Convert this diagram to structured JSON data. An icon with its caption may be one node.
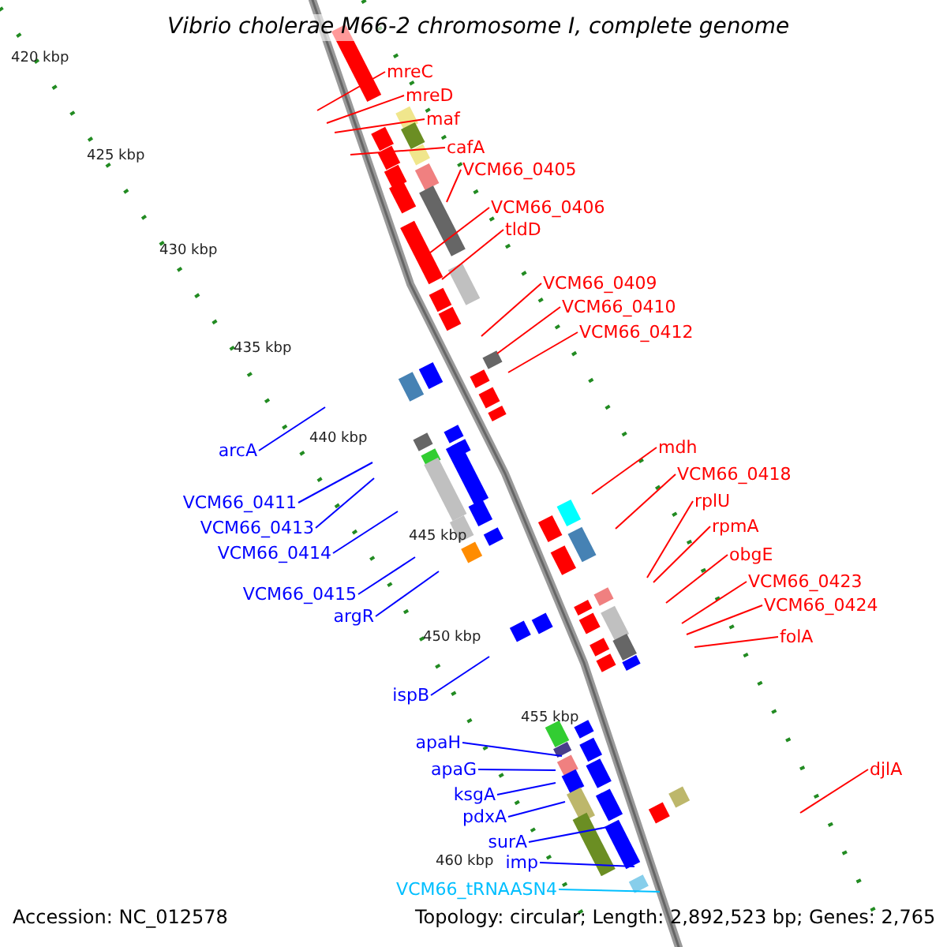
{
  "diagram": {
    "title": "Vibrio cholerae M66-2 chromosome I, complete genome",
    "nodes": [
      {
        "text": [
          "mreC"
        ]
      },
      {
        "text": [
          "mreD"
        ]
      },
      {
        "text": [
          "maf"
        ]
      },
      {
        "text": [
          "cafA"
        ]
      },
      {
        "text": [
          "VCM66_0405"
        ]
      },
      {
        "text": [
          "VCM66_0406"
        ]
      },
      {
        "text": [
          "tldD"
        ]
      },
      {
        "text": [
          "VCM66_0409"
        ]
      },
      {
        "text": [
          "VCM66_0410"
        ]
      },
      {
        "text": [
          "VCM66_0412"
        ]
      },
      {
        "text": [
          "arcA"
        ]
      },
      {
        "text": [
          "VCM66_0411"
        ]
      },
      {
        "text": [
          "VCM66_0413"
        ]
      },
      {
        "text": [
          "VCM66_0414"
        ]
      },
      {
        "text": [
          "VCM66_0415"
        ]
      },
      {
        "text": [
          "argR"
        ]
      },
      {
        "text": [
          "mdh"
        ]
      },
      {
        "text": [
          "VCM66_0418"
        ]
      },
      {
        "text": [
          "rplU"
        ]
      },
      {
        "text": [
          "rpmA"
        ]
      },
      {
        "text": [
          "obgE"
        ]
      },
      {
        "text": [
          "VCM66_0423"
        ]
      },
      {
        "text": [
          "VCM66_0424"
        ]
      },
      {
        "text": [
          "folA"
        ]
      },
      {
        "text": [
          "ispB"
        ]
      },
      {
        "text": [
          "apaH"
        ]
      },
      {
        "text": [
          "apaG"
        ]
      },
      {
        "text": [
          "ksgA"
        ]
      },
      {
        "text": [
          "pdxA"
        ]
      },
      {
        "text": [
          "surA"
        ]
      },
      {
        "text": [
          "imp"
        ]
      },
      {
        "text": [
          "djlA"
        ]
      },
      {
        "text": [
          "VCM66_tRNAASN4"
        ]
      }
    ],
    "edges": [
      {
        "from": 0,
        "to": null,
        "arrow": "none"
      },
      {
        "from": 1,
        "to": null,
        "arrow": "none"
      },
      {
        "from": 2,
        "to": null,
        "arrow": "none"
      },
      {
        "from": 3,
        "to": null,
        "arrow": "none"
      },
      {
        "from": 4,
        "to": null,
        "arrow": "none"
      },
      {
        "from": 5,
        "to": null,
        "arrow": "none"
      },
      {
        "from": 6,
        "to": null,
        "arrow": "none"
      },
      {
        "from": 7,
        "to": null,
        "arrow": "none"
      },
      {
        "from": 8,
        "to": null,
        "arrow": "none"
      },
      {
        "from": 9,
        "to": null,
        "arrow": "none"
      },
      {
        "from": 10,
        "to": null,
        "arrow": "none",
        "color": "#0000ff"
      },
      {
        "from": 11,
        "to": null,
        "arrow": "none",
        "color": "#0000ff"
      },
      {
        "from": 12,
        "to": null,
        "arrow": "none",
        "color": "#0000ff"
      },
      {
        "from": 13,
        "to": null,
        "arrow": "none",
        "color": "#0000ff"
      },
      {
        "from": 14,
        "to": null,
        "arrow": "none",
        "color": "#0000ff"
      },
      {
        "from": 15,
        "to": null,
        "arrow": "none",
        "color": "#0000ff"
      },
      {
        "from": 16,
        "to": null,
        "arrow": "none"
      },
      {
        "from": 17,
        "to": null,
        "arrow": "none"
      },
      {
        "from": 18,
        "to": null,
        "arrow": "none"
      },
      {
        "from": 19,
        "to": null,
        "arrow": "none"
      },
      {
        "from": 20,
        "to": null,
        "arrow": "none"
      },
      {
        "from": 21,
        "to": null,
        "arrow": "none"
      },
      {
        "from": 22,
        "to": null,
        "arrow": "none"
      },
      {
        "from": 23,
        "to": null,
        "arrow": "none"
      },
      {
        "from": 24,
        "to": null,
        "arrow": "none",
        "color": "#0000ff"
      },
      {
        "from": 25,
        "to": null,
        "arrow": "none",
        "color": "#0000ff"
      },
      {
        "from": 26,
        "to": null,
        "arrow": "none",
        "color": "#0000ff"
      },
      {
        "from": 27,
        "to": null,
        "arrow": "none",
        "color": "#0000ff"
      },
      {
        "from": 28,
        "to": null,
        "arrow": "none",
        "color": "#0000ff"
      },
      {
        "from": 29,
        "to": null,
        "arrow": "none",
        "color": "#0000ff"
      },
      {
        "from": 30,
        "to": null,
        "arrow": "none",
        "color": "#0000ff"
      },
      {
        "from": 31,
        "to": null,
        "arrow": "none"
      },
      {
        "from": 32,
        "to": null,
        "arrow": "none",
        "color": "#00bfff"
      }
    ],
    "labels": [
      "420 kbp",
      "425 kbp",
      "430 kbp",
      "435 kbp",
      "440 kbp",
      "445 kbp",
      "450 kbp",
      "455 kbp",
      "460 kbp",
      "Accession: NC_012578",
      "Topology: circular; Length: 2,892,523 bp; Genes: 2,765"
    ]
  }
}
